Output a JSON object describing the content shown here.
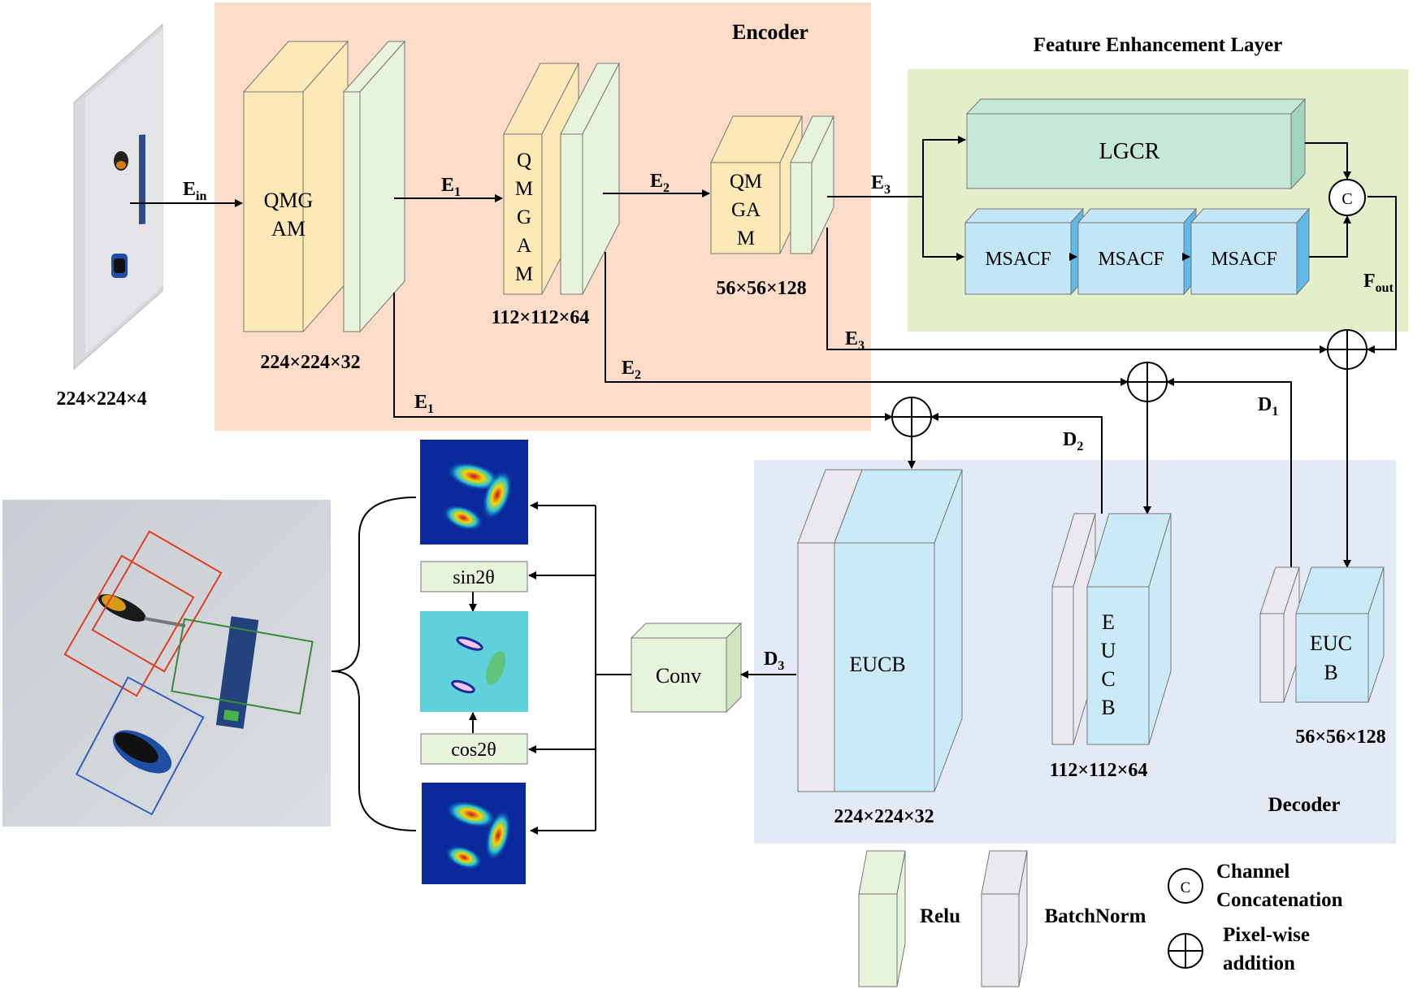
{
  "encoder": {
    "title": "Encoder",
    "input_size": "224×224×4",
    "block1": {
      "label_line1": "QMG",
      "label_line2": "AM",
      "size": "224×224×32"
    },
    "block2": {
      "letters": [
        "Q",
        "M",
        "G",
        "A",
        "M"
      ],
      "size": "112×112×64"
    },
    "block3": {
      "label_line1": "QM",
      "label_line2": "GA",
      "label_line3": "M",
      "size": "56×56×128"
    },
    "edges": {
      "ein": "E",
      "ein_sub": "in",
      "e": "E",
      "n1": "1",
      "n2": "2",
      "n3": "3"
    }
  },
  "fel": {
    "title": "Feature Enhancement Layer",
    "lgcr": "LGCR",
    "msacf": [
      "MSACF",
      "MSACF",
      "MSACF"
    ],
    "concat_symbol": "C",
    "fout": "F",
    "fout_sub": "out"
  },
  "decoder": {
    "title": "Decoder",
    "block1": {
      "label": "EUCB",
      "size": "224×224×32"
    },
    "block2": {
      "letters": [
        "E",
        "U",
        "C",
        "B"
      ],
      "size": "112×112×64"
    },
    "block3": {
      "label_line1": "EUC",
      "label_line2": "B",
      "size": "56×56×128"
    },
    "edges": {
      "d": "D",
      "n1": "1",
      "n2": "2",
      "n3": "3"
    }
  },
  "head": {
    "conv": "Conv",
    "sin": "sin2θ",
    "cos": "cos2θ"
  },
  "legend": {
    "relu": "Relu",
    "batchnorm": "BatchNorm",
    "concat_symbol": "C",
    "concat_line1": "Channel",
    "concat_line2": "Concatenation",
    "add_line1": "Pixel-wise",
    "add_line2": "addition"
  },
  "colors": {
    "encoder_bg": "#fbdcc9",
    "fel_bg": "#e3efc9",
    "decoder_bg": "#e3e9f5",
    "qmgam": "#fde9b8",
    "relu": "#e8f3dc",
    "batchnorm": "#ece8ef",
    "lgcr": "#c6e8d9",
    "msacf": "#c2e6f6",
    "eucb": "#c9eaf6"
  }
}
